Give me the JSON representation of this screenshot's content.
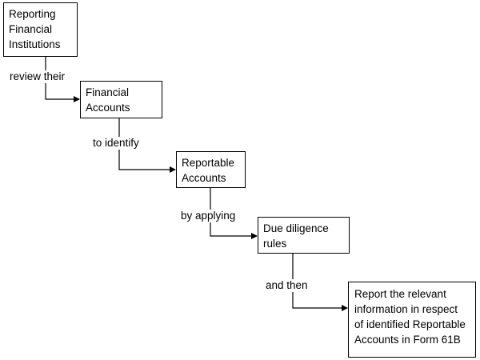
{
  "boxes": {
    "reporting_fi": "Reporting\nFinancial\nInstitutions",
    "financial_accounts": "Financial\nAccounts",
    "reportable_accounts": "Reportable\nAccounts",
    "due_diligence": "Due diligence\nrules",
    "report": "Report the relevant\ninformation in respect\nof identified Reportable\nAccounts in Form 61B"
  },
  "connectors": {
    "review_their": "review their",
    "to_identify": "to identify",
    "by_applying": "by applying",
    "and_then": "and then"
  }
}
